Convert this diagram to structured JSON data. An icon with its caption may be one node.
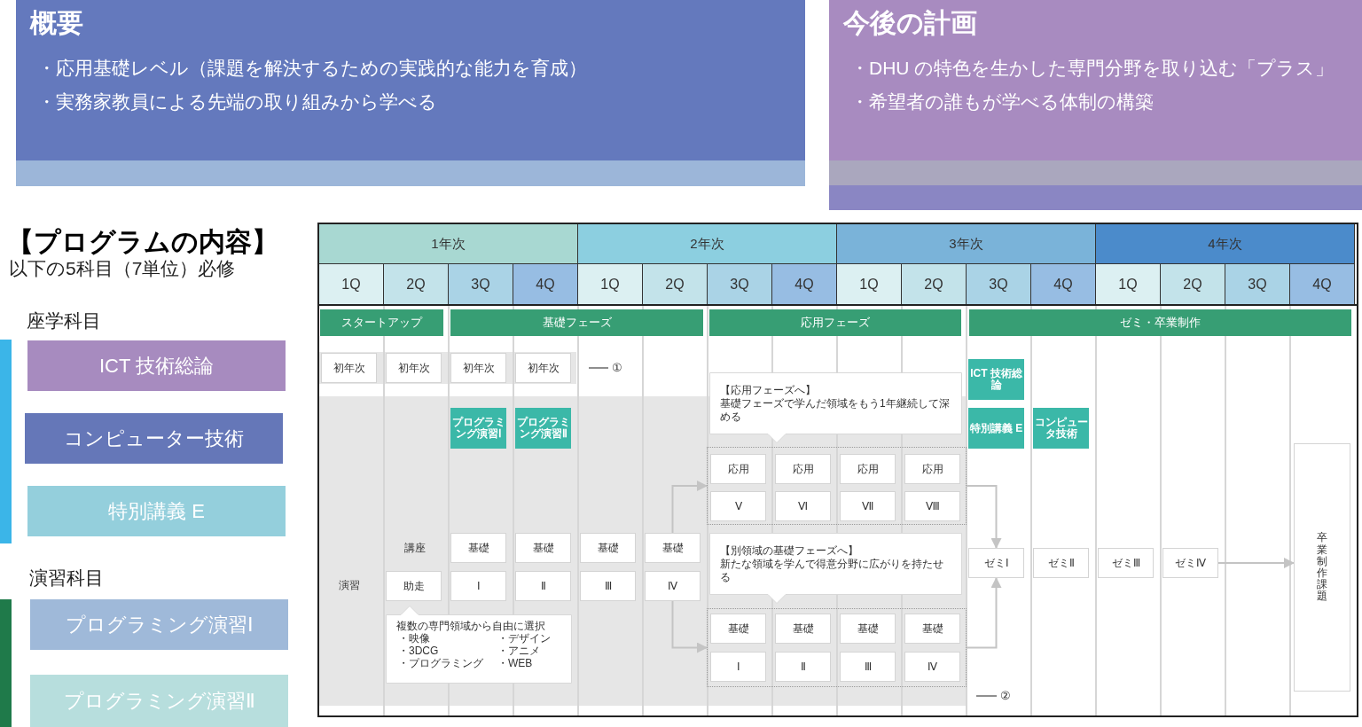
{
  "diagram": {
    "nodes": [
      {
        "text": [
          "概要",
          "・応用基礎レベル（課題を解決するための実践的な能力を育成）",
          "・実務家教員による先端の取り組みから学べる"
        ]
      },
      {
        "text": [
          "今後の計画",
          "・DHU の特色を生かした専門分野を取り込む「プラス」",
          "・希望者の誰もが学べる体制の構築"
        ]
      },
      {
        "text": [
          "ICT 技術総論"
        ]
      },
      {
        "text": [
          "コンピューター技術"
        ]
      },
      {
        "text": [
          "特別講義 E"
        ]
      },
      {
        "text": [
          "プログラミング演習Ⅰ"
        ]
      },
      {
        "text": [
          "プログラミング演習Ⅱ"
        ]
      },
      {
        "text": [
          "スタートアップ"
        ]
      },
      {
        "text": [
          "基礎フェーズ"
        ]
      },
      {
        "text": [
          "応用フェーズ"
        ]
      },
      {
        "text": [
          "ゼミ・卒業制作"
        ]
      },
      {
        "text": [
          "初年次"
        ]
      },
      {
        "text": [
          "初年次"
        ]
      },
      {
        "text": [
          "初年次"
        ]
      },
      {
        "text": [
          "初年次"
        ]
      },
      {
        "text": [
          "プログラミング演習Ⅰ"
        ]
      },
      {
        "text": [
          "プログラミング演習Ⅱ"
        ]
      },
      {
        "text": [
          "ICT 技術総論"
        ]
      },
      {
        "text": [
          "特別講義 E"
        ]
      },
      {
        "text": [
          "コンピュータ技術"
        ]
      },
      {
        "text": [
          "【応用フェーズへ】",
          "基礎フェーズで学んだ領域をもう1年継続して深める"
        ]
      },
      {
        "text": [],
        "shape": "box"
      },
      {
        "text": [
          "応用"
        ],
        "in": 21
      },
      {
        "text": [
          "応用"
        ],
        "in": 21
      },
      {
        "text": [
          "応用"
        ],
        "in": 21
      },
      {
        "text": [
          "応用"
        ],
        "in": 21
      },
      {
        "text": [
          "Ⅴ"
        ],
        "in": 21
      },
      {
        "text": [
          "Ⅵ"
        ],
        "in": 21
      },
      {
        "text": [
          "Ⅶ"
        ],
        "in": 21
      },
      {
        "text": [
          "Ⅷ"
        ],
        "in": 21
      },
      {
        "text": [
          "【別領域の基礎フェーズへ】",
          "新たな領域を学んで得意分野に広がりを持たせる"
        ]
      },
      {
        "text": [],
        "shape": "box"
      },
      {
        "text": [
          "基礎"
        ],
        "in": 31
      },
      {
        "text": [
          "基礎"
        ],
        "in": 31
      },
      {
        "text": [
          "基礎"
        ],
        "in": 31
      },
      {
        "text": [
          "基礎"
        ],
        "in": 31
      },
      {
        "text": [
          "Ⅰ"
        ],
        "in": 31
      },
      {
        "text": [
          "Ⅱ"
        ],
        "in": 31
      },
      {
        "text": [
          "Ⅲ"
        ],
        "in": 31
      },
      {
        "text": [
          "Ⅳ"
        ],
        "in": 31
      },
      {
        "text": [
          "講座"
        ]
      },
      {
        "text": [
          "演習"
        ]
      },
      {
        "text": [
          "助走"
        ]
      },
      {
        "text": [
          "基礎"
        ]
      },
      {
        "text": [
          "基礎"
        ]
      },
      {
        "text": [
          "基礎"
        ]
      },
      {
        "text": [
          "基礎"
        ]
      },
      {
        "text": [
          "Ⅰ"
        ]
      },
      {
        "text": [
          "Ⅱ"
        ]
      },
      {
        "text": [
          "Ⅲ"
        ]
      },
      {
        "text": [
          "Ⅳ"
        ]
      },
      {
        "text": [
          "複数の専門領域から自由に選択",
          "・映像",
          "・デザイン",
          "・3DCG",
          "・アニメ",
          "・プログラミング",
          "・WEB"
        ]
      },
      {
        "text": [
          "ゼミⅠ"
        ]
      },
      {
        "text": [
          "ゼミⅡ"
        ]
      },
      {
        "text": [
          "ゼミⅢ"
        ]
      },
      {
        "text": [
          "ゼミⅣ"
        ]
      },
      {
        "text": [
          "卒業制作課題"
        ]
      },
      {
        "text": [
          "①"
        ]
      },
      {
        "text": [
          "②"
        ]
      }
    ],
    "edges": [
      {
        "from": 46,
        "to": 21,
        "arrow": "to"
      },
      {
        "from": 50,
        "to": 31,
        "arrow": "to"
      },
      {
        "from": 21,
        "to": 52,
        "arrow": "to"
      },
      {
        "from": 31,
        "to": 52,
        "arrow": "to"
      },
      {
        "from": 55,
        "to": 56,
        "arrow": "to"
      },
      {
        "from": 57,
        "to": null,
        "arrow": "none",
        "color": "#444444"
      },
      {
        "from": 58,
        "to": null,
        "arrow": "none",
        "color": "#444444"
      }
    ],
    "labels": [
      "【プログラムの内容】",
      "以下の5科目（7単位）必修",
      "座学科目",
      "演習科目",
      "1年次",
      "2年次",
      "3年次",
      "4年次",
      "1Q",
      "2Q",
      "3Q",
      "4Q",
      "1Q",
      "2Q",
      "3Q",
      "4Q",
      "1Q",
      "2Q",
      "3Q",
      "4Q",
      "1Q",
      "2Q",
      "3Q",
      "4Q"
    ]
  }
}
